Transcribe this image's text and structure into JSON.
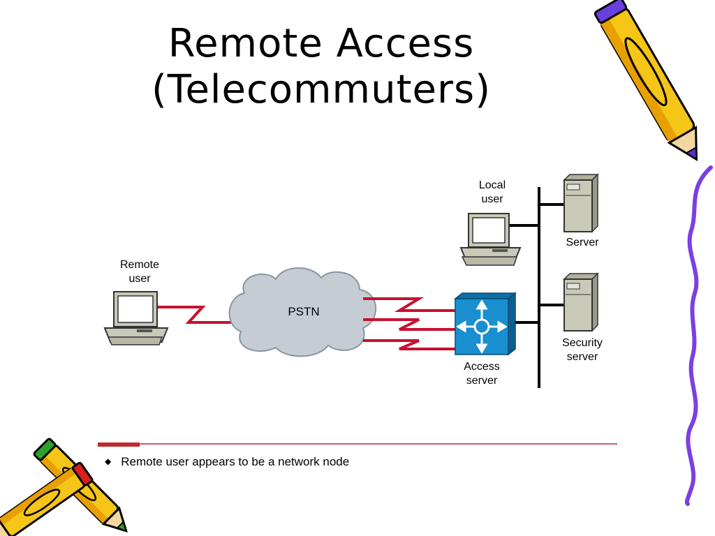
{
  "slide": {
    "title_line1": "Remote Access",
    "title_line2": "(Telecommuters)"
  },
  "diagram": {
    "remote_user_label_1": "Remote",
    "remote_user_label_2": "user",
    "pstn_label": "PSTN",
    "local_user_label_1": "Local",
    "local_user_label_2": "user",
    "server_label": "Server",
    "security_server_label_1": "Security",
    "security_server_label_2": "server",
    "access_server_label_1": "Access",
    "access_server_label_2": "server"
  },
  "bullets": [
    {
      "text": "Remote user appears to be a network node"
    }
  ],
  "colors": {
    "link_red": "#c8102e",
    "access_blue": "#1a8fd0",
    "pencil_yellow": "#f5c518",
    "squiggle_purple": "#7b3fe4",
    "rule_red": "#c0282e"
  },
  "icons": [
    "pencil-icon",
    "computer-icon",
    "cloud-icon",
    "server-icon",
    "router-icon",
    "diamond-bullet-icon"
  ]
}
